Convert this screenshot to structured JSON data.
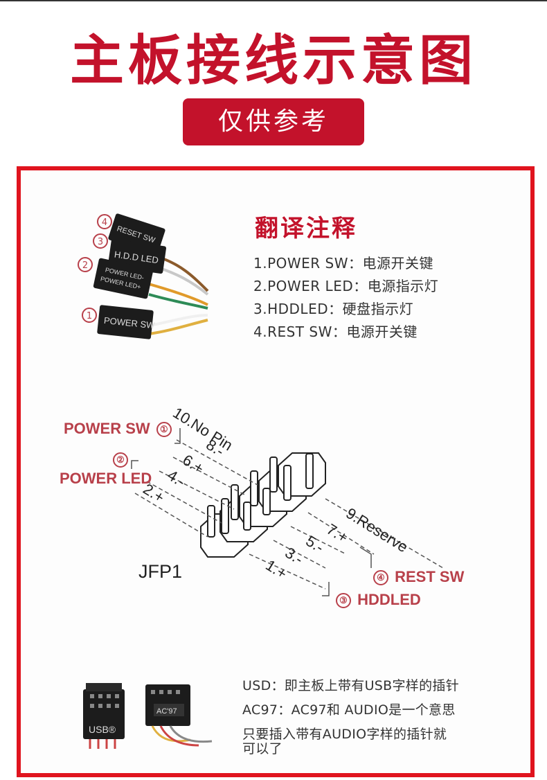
{
  "header": {
    "title": "主板接线示意图",
    "subtitle": "仅供参考"
  },
  "connectors": {
    "labels": [
      "RESET SW",
      "H.D.D LED",
      "POWER LED-",
      "POWER LED+",
      "POWER SW"
    ],
    "numbers": [
      "④",
      "③",
      "②",
      "①"
    ]
  },
  "notes": {
    "title": "翻译注释",
    "items": [
      "1.POWER SW：电源开关键",
      "2.POWER LED：电源指示灯",
      "3.HDDLED：硬盘指示灯",
      "4.REST SW：电源开关键"
    ]
  },
  "pinout": {
    "header_label": "JFP1",
    "top_pins": [
      "10.No Pin",
      "8.-",
      "6.+",
      "4.-",
      "2.+"
    ],
    "bottom_pins": [
      "9.Reserve",
      "7.+",
      "5.-",
      "3.-",
      "1.+"
    ],
    "callouts": {
      "power_sw": "POWER SW",
      "power_sw_num": "①",
      "power_led_num": "②",
      "power_led": "POWER LED",
      "rest_sw_num": "④",
      "rest_sw": "REST SW",
      "hddled_num": "③",
      "hddled": "HDDLED"
    }
  },
  "bottom": {
    "usb_label": "USB®",
    "ac97_label": "AC'97",
    "lines": [
      "USD：即主板上带有USB字样的插针",
      "AC97：AC97和 AUDIO是一个意思",
      "只要插入带有AUDIO字样的插针就",
      "可以了"
    ]
  }
}
